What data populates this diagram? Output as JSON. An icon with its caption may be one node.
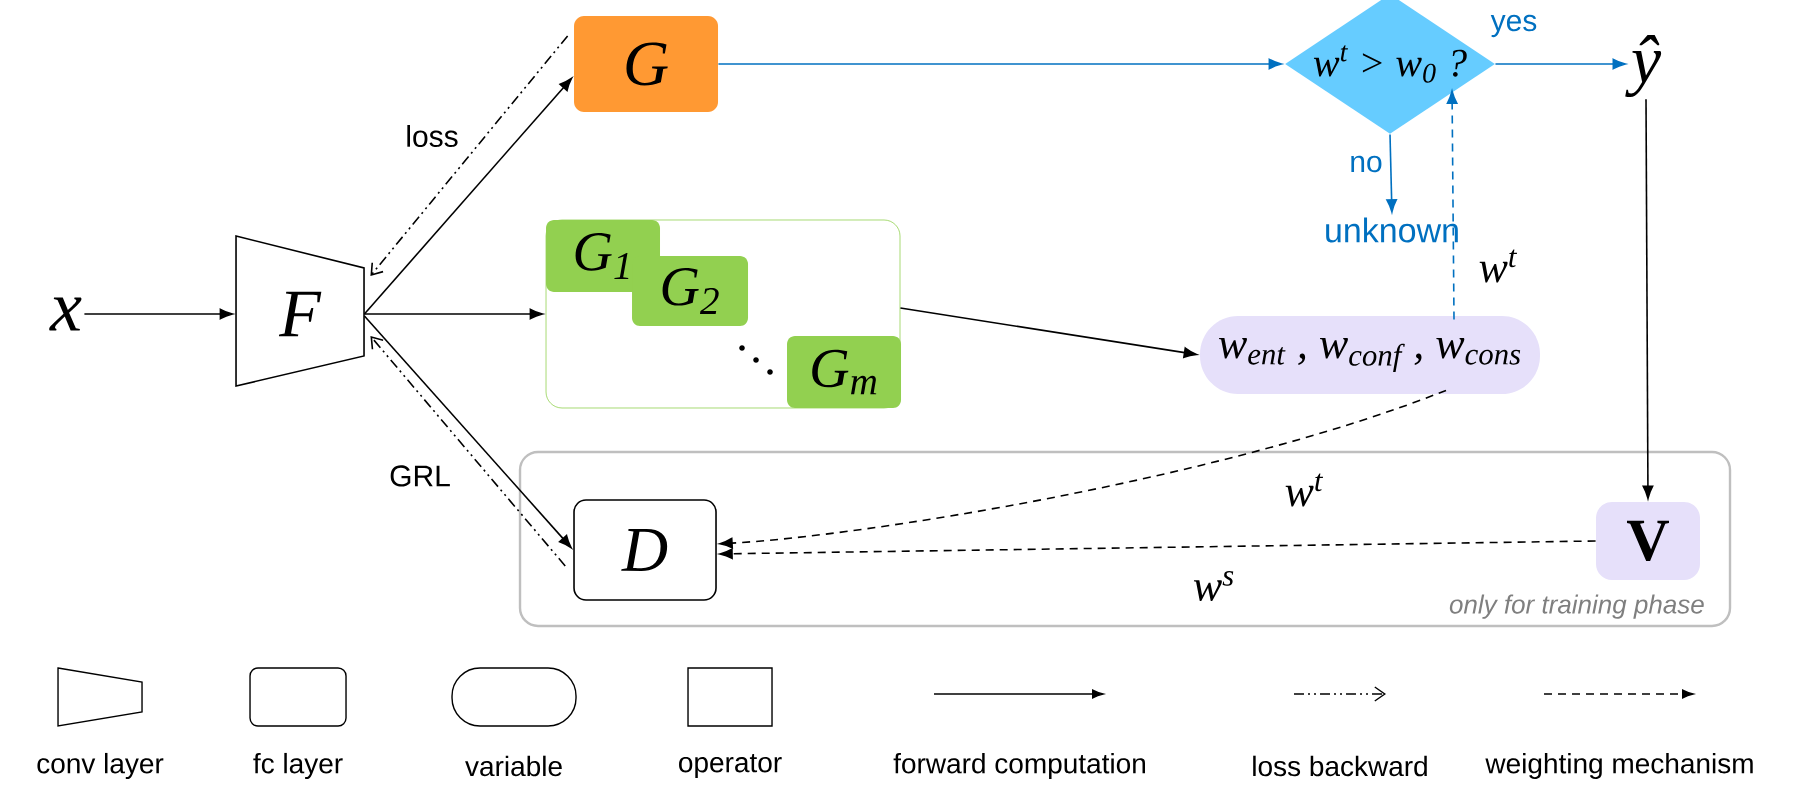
{
  "diagram": {
    "nodes": [
      {
        "text": [
          "x"
        ]
      },
      {
        "text": [
          "F"
        ]
      },
      {
        "text": [
          "G"
        ]
      },
      {
        "text": [],
        "shape": "box"
      },
      {
        "text": [
          "G$_{1}$"
        ],
        "in": 3
      },
      {
        "text": [
          "G$_{2}$"
        ],
        "in": 3
      },
      {
        "text": [
          "G$_{m}$"
        ],
        "in": 3
      },
      {
        "text": [
          "w$^{t}$ > w$_{0}$ ?"
        ]
      },
      {
        "text": [
          "ŷ"
        ]
      },
      {
        "text": [
          "unknown"
        ]
      },
      {
        "text": [
          "w$_{ent}$ , w$_{conf}$ , w$_{cons}$"
        ]
      },
      {
        "text": [
          "only for training phase"
        ]
      },
      {
        "text": [
          "D"
        ],
        "in": 11
      },
      {
        "text": [
          "V"
        ],
        "in": 11
      }
    ],
    "edges": [
      {
        "from": 0,
        "to": 1,
        "arrow": "to"
      },
      {
        "from": 1,
        "to": 2,
        "arrow": "to"
      },
      {
        "from": 2,
        "to": 1,
        "arrow": "to",
        "style": "dashed",
        "label": "loss"
      },
      {
        "from": 1,
        "to": 3,
        "arrow": "to"
      },
      {
        "from": 1,
        "to": 12,
        "arrow": "to"
      },
      {
        "from": 12,
        "to": 1,
        "arrow": "to",
        "style": "dashed",
        "label": "GRL"
      },
      {
        "from": 2,
        "to": 7,
        "arrow": "to",
        "color": "#0070c0"
      },
      {
        "from": 7,
        "to": 8,
        "arrow": "to",
        "color": "#0070c0",
        "label": "yes"
      },
      {
        "from": 7,
        "to": 9,
        "arrow": "to",
        "color": "#0070c0",
        "label": "no"
      },
      {
        "from": 10,
        "to": 7,
        "arrow": "to",
        "style": "dashed",
        "color": "#0070c0",
        "label": "w$^{t}$"
      },
      {
        "from": 3,
        "to": 10,
        "arrow": "to"
      },
      {
        "from": 10,
        "to": 12,
        "arrow": "to",
        "style": "dashed",
        "label": "w$^{t}$"
      },
      {
        "from": 13,
        "to": 12,
        "arrow": "to",
        "style": "dashed",
        "label": "w$^{s}$"
      },
      {
        "from": 8,
        "to": 13,
        "arrow": "to"
      }
    ],
    "legend": [
      {
        "text": "conv layer"
      },
      {
        "text": "fc layer"
      },
      {
        "text": "variable"
      },
      {
        "text": "operator"
      },
      {
        "text": "forward computation"
      },
      {
        "text": "loss backward"
      },
      {
        "text": "weighting mechanism"
      }
    ]
  }
}
